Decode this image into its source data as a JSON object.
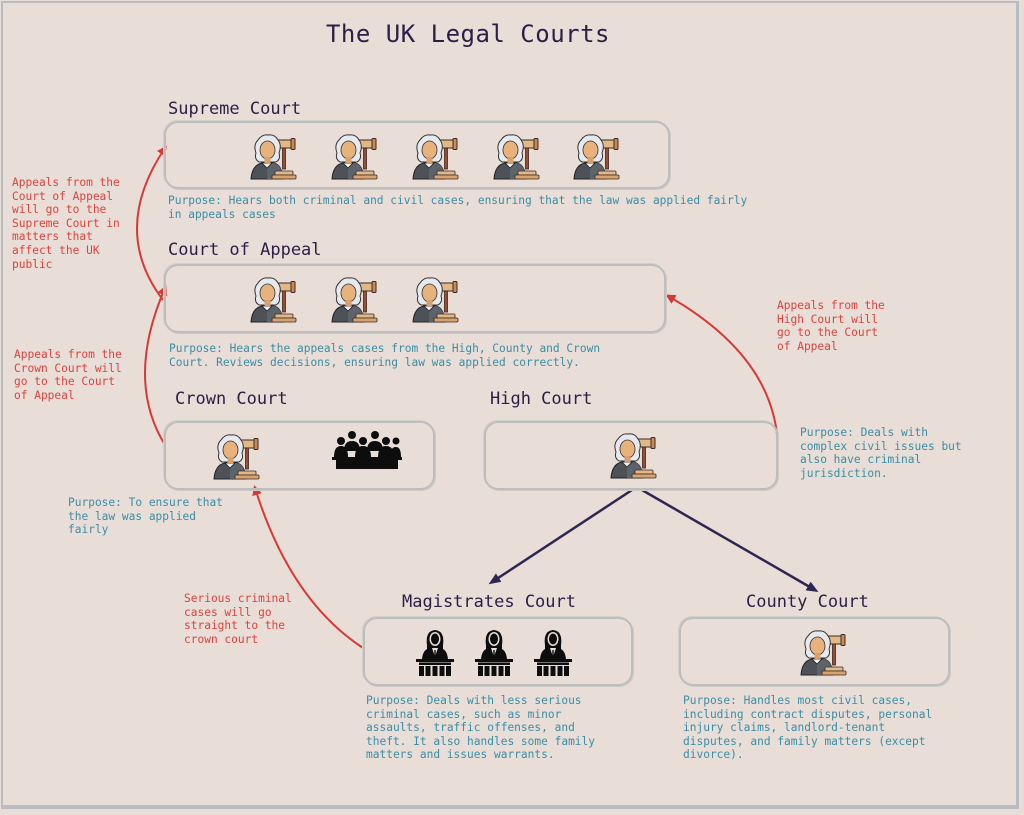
{
  "title": "The UK Legal Courts",
  "colors": {
    "background": "#e8ddd7",
    "title": "#2b1f45",
    "purpose_text": "#3b8ea5",
    "appeal_note": "#d9453f",
    "appeal_arrow": "#d63a36",
    "hierarchy_arrow": "#2f2652",
    "box_border": "#bdbdbd"
  },
  "courts": {
    "supreme": {
      "label": "Supreme Court",
      "icons": [
        "judge-gavel-icon",
        "judge-gavel-icon",
        "judge-gavel-icon",
        "judge-gavel-icon",
        "judge-gavel-icon"
      ],
      "purpose": "Purpose: Hears both criminal and civil cases, ensuring that the law was applied fairly\nin appeals cases"
    },
    "appeal": {
      "label": "Court of Appeal",
      "icons": [
        "judge-gavel-icon",
        "judge-gavel-icon",
        "judge-gavel-icon"
      ],
      "purpose": "Purpose: Hears the appeals cases from the High, County and Crown\nCourt. Reviews decisions, ensuring law was applied correctly."
    },
    "crown": {
      "label": "Crown Court",
      "icons": [
        "judge-gavel-icon",
        "jury-icon"
      ],
      "purpose": "Purpose: To ensure that\nthe law was applied\nfairly"
    },
    "high": {
      "label": "High Court",
      "icons": [
        "judge-gavel-icon"
      ],
      "purpose": "Purpose: Deals with\ncomplex civil issues but\nalso have criminal\njurisdiction."
    },
    "magistrates": {
      "label": "Magistrates Court",
      "icons": [
        "magistrate-bench-icon",
        "magistrate-bench-icon",
        "magistrate-bench-icon"
      ],
      "purpose": "Purpose: Deals with less serious\ncriminal cases, such as minor\nassaults, traffic offenses, and\ntheft. It also handles some family\nmatters and issues warrants."
    },
    "county": {
      "label": "County Court",
      "icons": [
        "judge-gavel-icon"
      ],
      "purpose": "Purpose: Handles most civil cases,\nincluding contract disputes, personal\ninjury claims, landlord-tenant\ndisputes, and family matters (except\ndivorce)."
    }
  },
  "notes": {
    "appeal_to_supreme": "Appeals from the\nCourt of Appeal\nwill go to the\nSupreme Court in\nmatters that\naffect the UK\npublic",
    "crown_to_appeal": "Appeals from the\nCrown Court will\ngo to the Court\nof Appeal",
    "high_to_appeal": "Appeals from the\nHigh Court will\ngo to the Court\nof Appeal",
    "magistrates_to_crown": "Serious criminal\ncases will go\nstraight to the\ncrown court"
  },
  "connections": [
    {
      "from": "Court of Appeal",
      "to": "Supreme Court",
      "type": "appeal"
    },
    {
      "from": "Crown Court",
      "to": "Court of Appeal",
      "type": "appeal"
    },
    {
      "from": "High Court",
      "to": "Court of Appeal",
      "type": "appeal"
    },
    {
      "from": "Magistrates Court",
      "to": "Crown Court",
      "type": "appeal"
    },
    {
      "from": "High Court",
      "to": "Magistrates Court",
      "type": "hierarchy"
    },
    {
      "from": "High Court",
      "to": "County Court",
      "type": "hierarchy"
    }
  ]
}
